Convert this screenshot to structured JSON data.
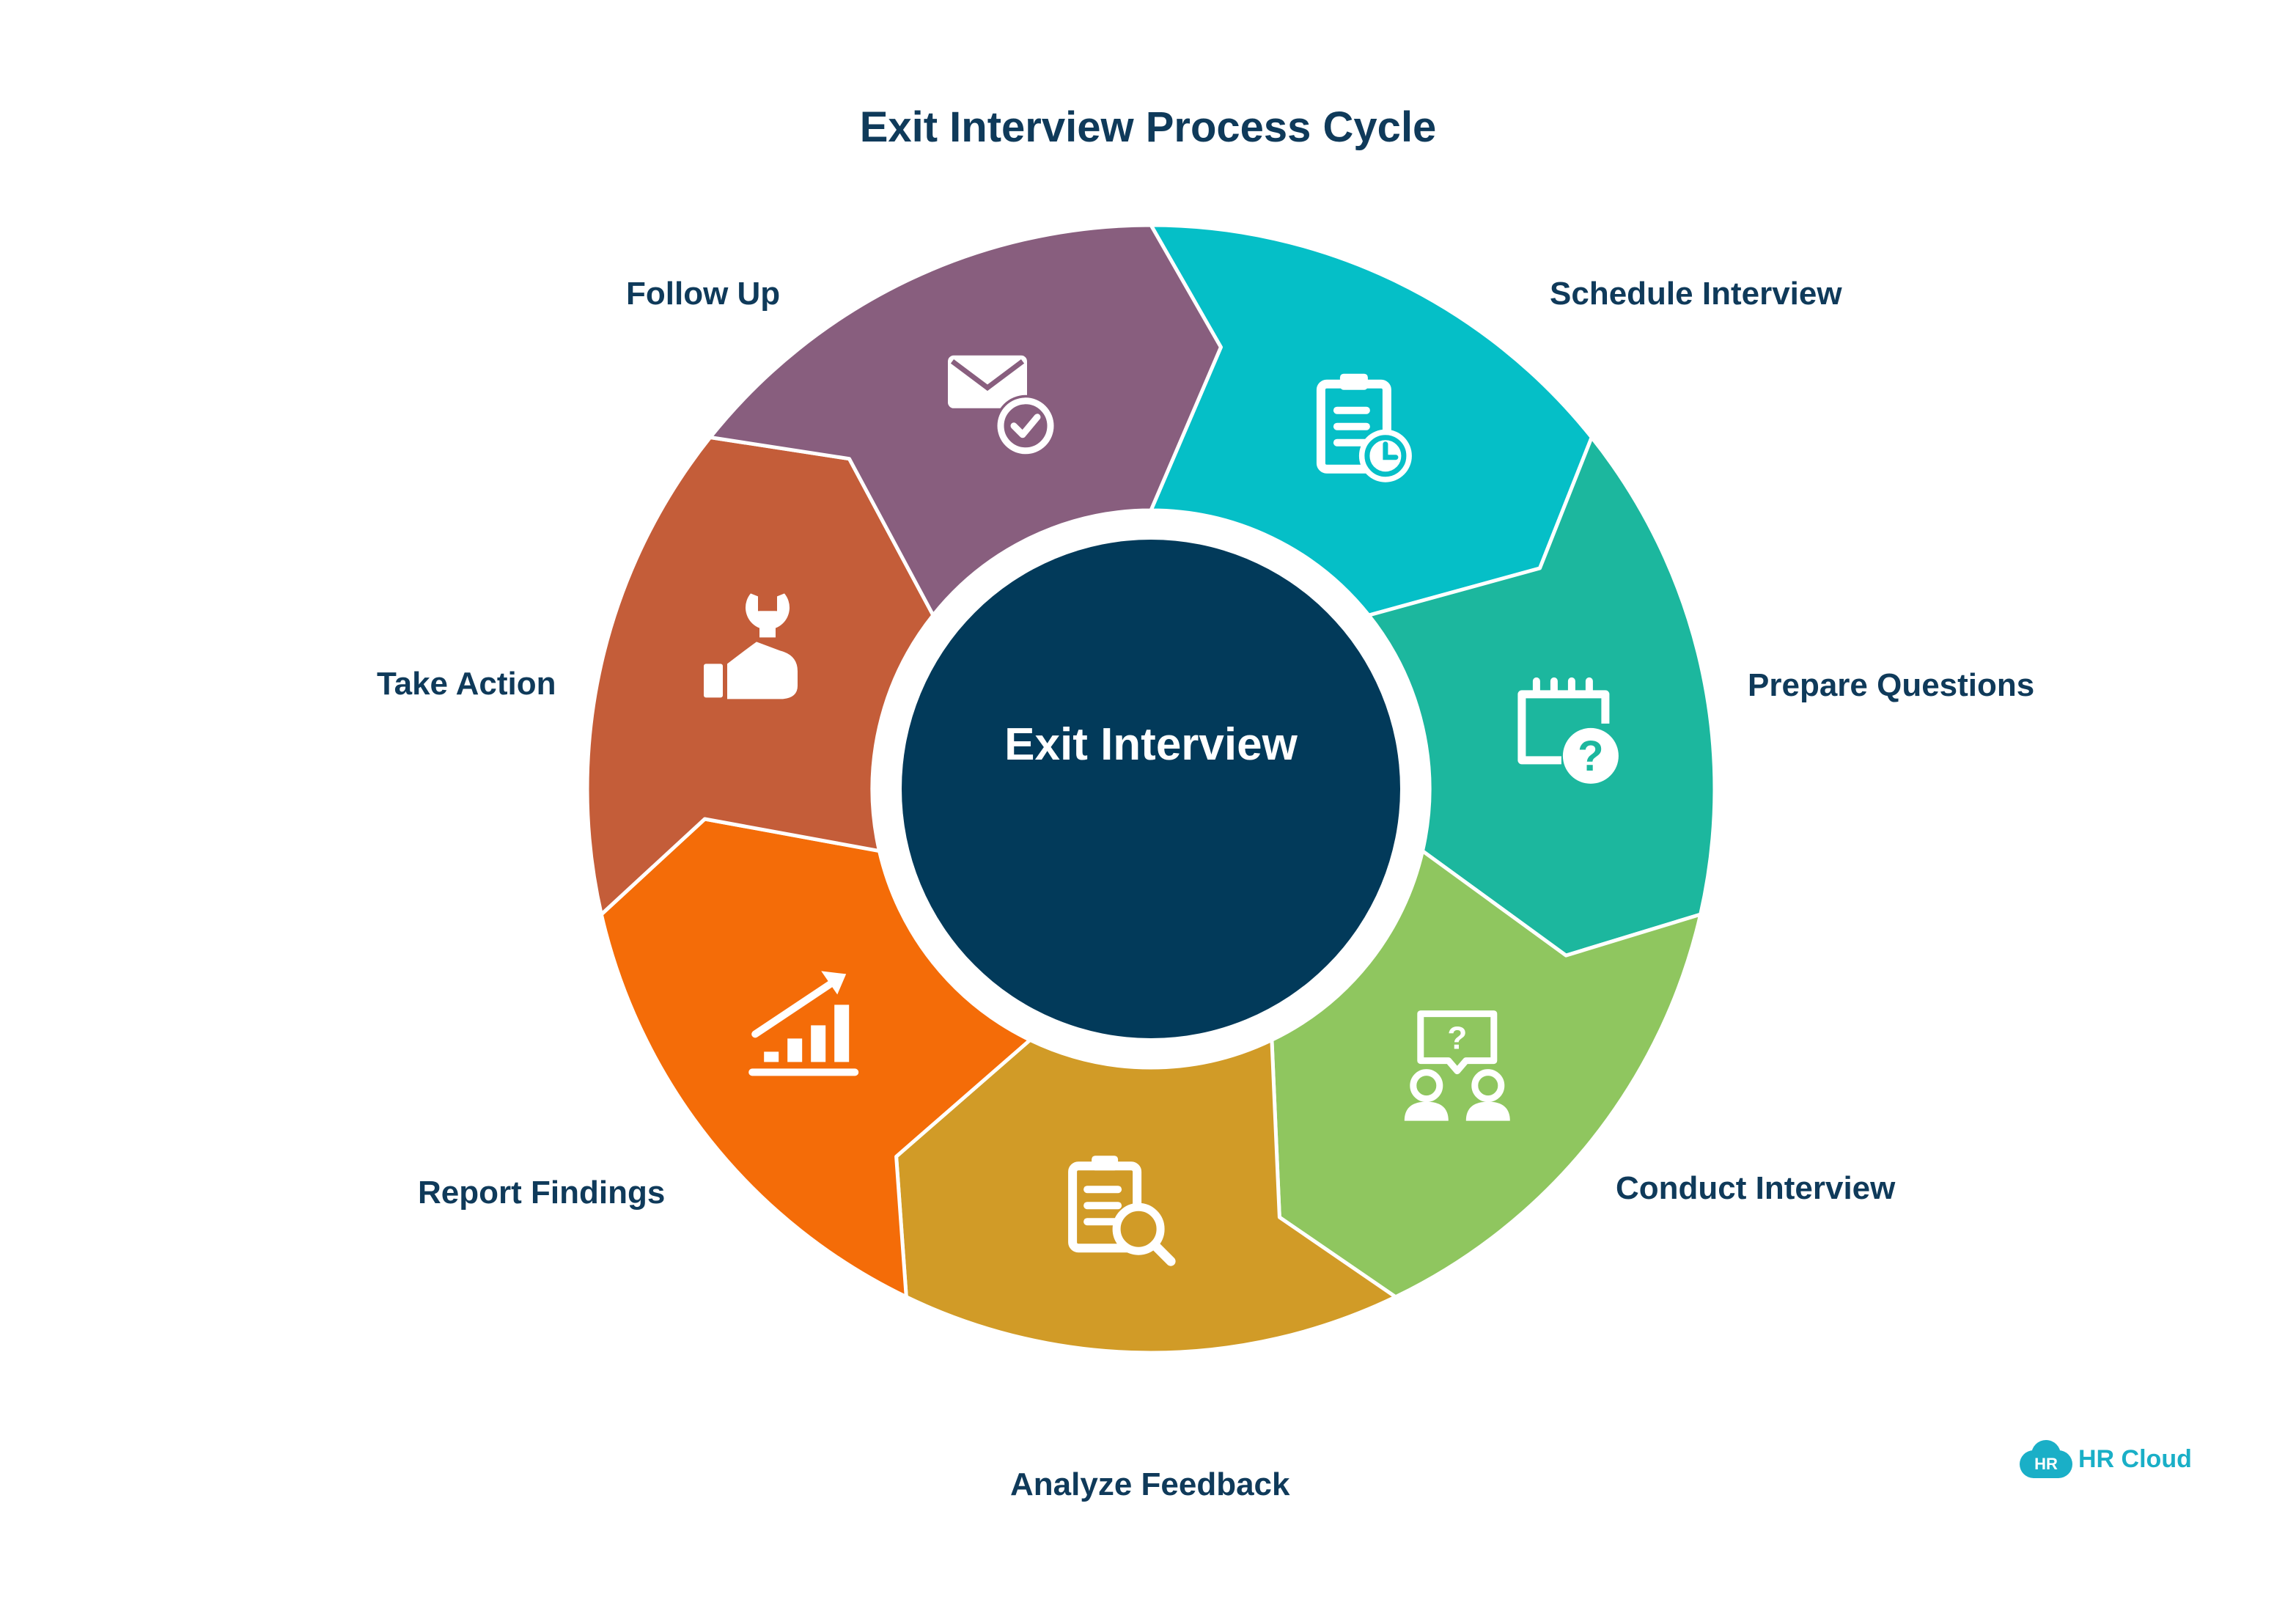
{
  "title": "Exit Interview Process Cycle",
  "center": {
    "label": "Exit Interview",
    "color": "#023a5a"
  },
  "steps": [
    {
      "id": "schedule-interview",
      "label": "Schedule Interview",
      "color": "#05bfc7",
      "icon": "clipboard-clock-icon"
    },
    {
      "id": "prepare-questions",
      "label": "Prepare Questions",
      "color": "#1cb79e",
      "icon": "calendar-question-icon"
    },
    {
      "id": "conduct-interview",
      "label": "Conduct Interview",
      "color": "#8fc65f",
      "icon": "interview-people-question-icon"
    },
    {
      "id": "analyze-feedback",
      "label": "Analyze Feedback",
      "color": "#d19b27",
      "icon": "clipboard-search-icon"
    },
    {
      "id": "report-findings",
      "label": "Report Findings",
      "color": "#f46c08",
      "icon": "growth-chart-icon"
    },
    {
      "id": "take-action",
      "label": "Take Action",
      "color": "#c45d39",
      "icon": "hand-wrench-icon"
    },
    {
      "id": "follow-up",
      "label": "Follow Up",
      "color": "#885e7e",
      "icon": "envelope-check-icon"
    }
  ],
  "brand": {
    "badge": "HR",
    "name": "HR Cloud",
    "color": "#1aafc7"
  }
}
